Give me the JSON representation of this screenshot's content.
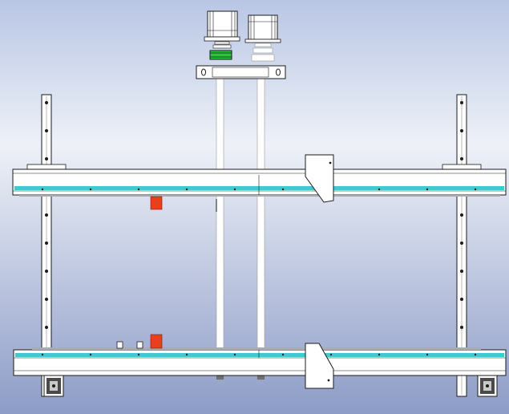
{
  "viewport": {
    "background_top": "#b9c6e4",
    "background_mid": "#eef1f7",
    "background_bottom": "#8d9cc7"
  },
  "colors": {
    "frame_white": "#ffffff",
    "outline": "#1b1b1b",
    "rail_accent": "#41c9d3",
    "carriage_marker": "#e8401c",
    "motor_coupling": "#22c93a",
    "shadow_gray": "#a9acb4"
  },
  "assembly": {
    "upper_rail": "cross-rail",
    "lower_rail": "cross-rail",
    "left_post": "vertical-post",
    "right_post": "vertical-post",
    "lead_screws": [
      "lead-screw",
      "lead-screw"
    ],
    "motors": [
      "stepper-motor",
      "stepper-motor"
    ],
    "red_blocks": 2
  }
}
